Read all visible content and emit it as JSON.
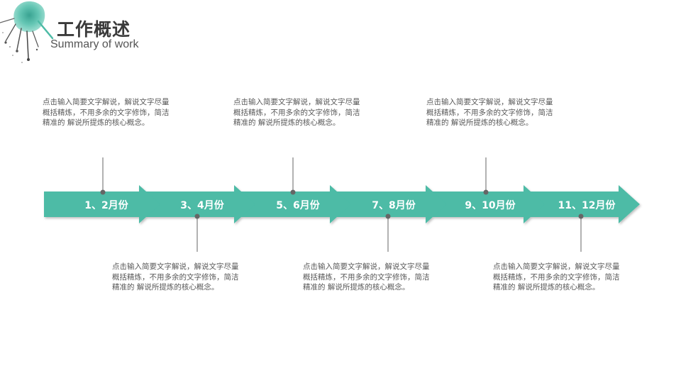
{
  "header": {
    "title": "工作概述",
    "subtitle": "Summary of work"
  },
  "colors": {
    "accent": "#4dbba6",
    "accent_dark": "#3fa592",
    "connector": "#666666",
    "text": "#595959"
  },
  "timeline": {
    "periods": [
      "1、2月份",
      "3、4月份",
      "5、6月份",
      "7、8月份",
      "9、10月份",
      "11、12月份"
    ]
  },
  "descriptions": [
    {
      "line1": "点击输入简要文字解说，解说文字尽量",
      "line2": "概括精炼，不用多余的文字修饰，简洁",
      "line3": "精准的 解说所提炼的核心概念。"
    },
    {
      "line1": "点击输入简要文字解说，解说文字尽量",
      "line2": "概括精炼，不用多余的文字修饰，简洁",
      "line3": "精准的 解说所提炼的核心概念。"
    },
    {
      "line1": "点击输入简要文字解说，解说文字尽量",
      "line2": "概括精炼，不用多余的文字修饰，简洁",
      "line3": "精准的 解说所提炼的核心概念。"
    },
    {
      "line1": "点击输入简要文字解说，解说文字尽量",
      "line2": "概括精炼，不用多余的文字修饰，简洁",
      "line3": "精准的 解说所提炼的核心概念。"
    },
    {
      "line1": "点击输入简要文字解说，解说文字尽量",
      "line2": "概括精炼，不用多余的文字修饰，简洁",
      "line3": "精准的 解说所提炼的核心概念。"
    },
    {
      "line1": "点击输入简要文字解说，解说文字尽量",
      "line2": "概括精炼，不用多余的文字修饰，简洁",
      "line3": "精准的 解说所提炼的核心概念。"
    }
  ]
}
